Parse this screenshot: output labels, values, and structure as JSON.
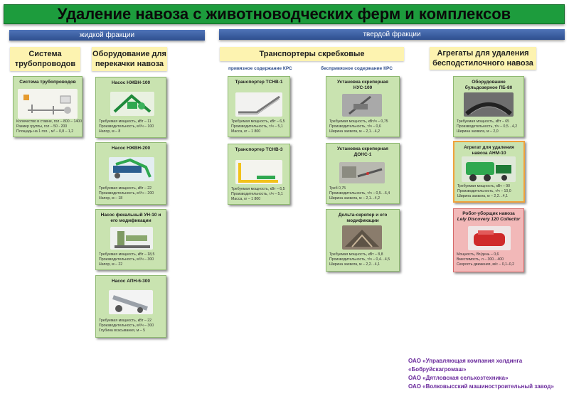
{
  "title": "Удаление навоза с животноводческих ферм и комплексов",
  "bands": {
    "liquid": "жидкой фракции",
    "solid": "твердой фракции"
  },
  "headers": {
    "pipes": "Система трубопроводов",
    "pumps": "Оборудование для перекачки навоза",
    "scrapers": "Транспортеры скребковые",
    "units": "Агрегаты для удаления беспод­стилочного навоза"
  },
  "subheaders": {
    "tethered": "привязное содержание КРС",
    "free": "беспривязное содержание КРС"
  },
  "cards": {
    "pipes": {
      "title": "Система трубопроводов",
      "specs": [
        "Количество в ставне, гол – 800 – 1400",
        "Размер группы, гол – 50 - 200",
        "Площадь на 1 гол. , м² – 0,8 – 1,2"
      ]
    },
    "nzhvn100": {
      "title": "Насос НЖВН-100",
      "specs": [
        "Требуемая мощность, кВт – 11",
        "Производительность, м³/ч – 100",
        "Напор, м – 8"
      ]
    },
    "nzhvn200": {
      "title": "Насос НЖВН-200",
      "specs": [
        "Требуемая мощность, кВт – 22",
        "Производительность, м³/ч – 200",
        "Напор, м – 18"
      ]
    },
    "un10": {
      "title": "Насос фекальный УН-10 и его модификации",
      "specs": [
        "Требуемая мощность, кВт – 18,5",
        "Производительность, м³/ч – 300",
        "Напор, м – 22"
      ]
    },
    "apn": {
      "title": "Насос АПН-6-300",
      "specs": [
        "Требуемая мощность, кВт – 22",
        "Производительность, м³/ч – 300",
        "Глубина всасывания, м – 5"
      ]
    },
    "tsnv1": {
      "title": "Транспортер ТСНВ-1",
      "specs": [
        "Требуемая мощность, кВт – 6,5",
        "Производительность, т/ч – 5,1",
        "Масса, кг – 1 800"
      ]
    },
    "tsnv3": {
      "title": "Транспортер ТСНВ-3",
      "specs": [
        "Требуемая мощность, кВт – 6,5",
        "Производительность, т/ч – 5,1",
        "Масса, кг – 1 800"
      ]
    },
    "nus100": {
      "title": "Установка скреперная НУС-100",
      "specs": [
        "Требуемая мощность, кВт/ч – 0,75",
        "Производительность, т/ч – 0,6",
        "Ширина захвата, м – 2,1…4,2"
      ]
    },
    "dons1": {
      "title": "Установка скреперная ДОНС-1",
      "specs": [
        "Треб  0,75",
        "Производительность, т/ч – 0,5…6,4",
        "Ширина захвата, м – 2,1…4,2"
      ]
    },
    "delta": {
      "title": "Дельта-скрепер и его модификации",
      "specs": [
        "Требуемая мощность, кВт – 8,8",
        "Производительность, т/ч – 0,4…4,5",
        "Ширина захвата, м – 2,2…4,1"
      ]
    },
    "pb80": {
      "title": "Оборудование бульдозерное ПБ-80",
      "specs": [
        "Требуемая мощность, кВт – 65",
        "Производительность, т/ч – 0,5…4,2",
        "Ширина захвата, м – 2,0"
      ]
    },
    "anm10": {
      "title": "Агрегат для удаления навоза АНМ-10",
      "specs": [
        "Требуемая мощность, кВт – 90",
        "Производительность, т/ч – 10,0",
        "Ширина захвата, м – 2,2…4,1"
      ]
    },
    "lely": {
      "title": "Робот-уборщик навоза",
      "title2": "Lely Discovery 120 Collector",
      "specs": [
        "Мощность, Вт/день – 0,6",
        "Вместимость, л – 300…400",
        "Скорость движения, м/с – 0,1–0,2"
      ]
    }
  },
  "footer": [
    "ОАО «Управляющая компания холдинга",
    "«Бобруйскагромаш»",
    "ОАО «Дятловская сельхозтехника»",
    "ОАО «Волковысский машиностроительный завод»"
  ],
  "colors": {
    "title_green": "#1d9c3d",
    "band_blue": "#3a5fa5",
    "header_yellow": "#fdf3b0",
    "card_green": "#c9e3b0",
    "card_red": "#f2b8b8",
    "accent_orange": "#f0a23c",
    "footer_purple": "#6a2a9c"
  }
}
